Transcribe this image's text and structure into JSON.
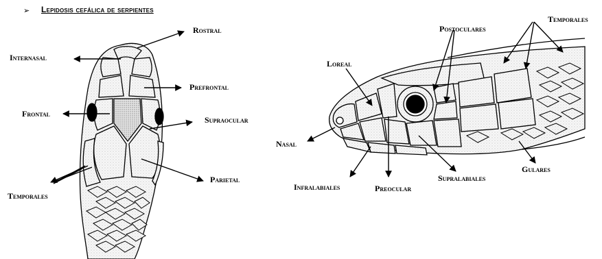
{
  "title": "Lepidosis cefálica de serpientes",
  "bullet": "➢",
  "dorsal_labels": {
    "rostral": "Rostral",
    "internasal": "Internasal",
    "prefrontal": "Prefrontal",
    "frontal": "Frontal",
    "supraocular": "Supraocular",
    "parietal": "Parietal",
    "temporales": "Temporales"
  },
  "lateral_labels": {
    "postoculares": "Postoculares",
    "temporales": "Temporales",
    "loreal": "Loreal",
    "nasal": "Nasal",
    "infralabiales": "Infralabiales",
    "preocular": "Preocular",
    "supralabiales": "Supralabiales",
    "gulares": "Gulares"
  },
  "colors": {
    "ink": "#000000",
    "scale_fill": "#f4f4f4",
    "eye": "#000000"
  }
}
